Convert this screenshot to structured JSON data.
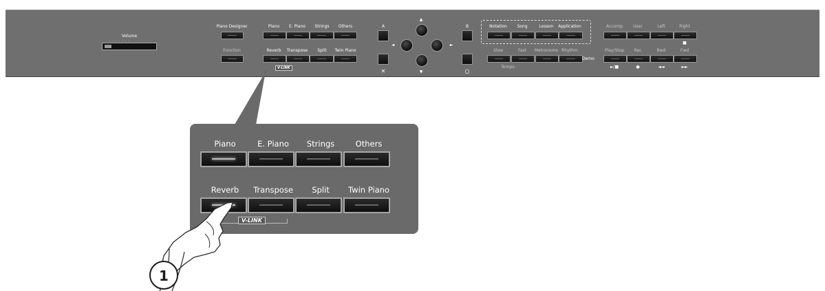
{
  "volume": {
    "label": "Volume"
  },
  "panel": {
    "piano_designer": "Piano Designer",
    "function": "Function",
    "tone_buttons": [
      "Piano",
      "E. Piano",
      "Strings",
      "Others"
    ],
    "effect_buttons": [
      "Reverb",
      "Transpose",
      "Split",
      "Twin Piano"
    ],
    "vlink": "V-LINK",
    "a_label": "A",
    "b_label": "B",
    "x_symbol": "✕",
    "o_symbol": "○",
    "mode_buttons": [
      "Notation",
      "Song",
      "Lesson",
      "Application"
    ],
    "tempo_buttons": [
      "Slow",
      "Fast",
      "Metronome",
      "Rhythm"
    ],
    "tempo_label": "Tempo",
    "demo_label": "Demo",
    "track_buttons": [
      "Accomp",
      "User",
      "Left",
      "Right"
    ],
    "transport_buttons": [
      "Play/Stop",
      "Rec",
      "Bwd",
      "Fwd"
    ],
    "transport_symbols": [
      "►/■",
      "●",
      "◄◄",
      "►►"
    ]
  },
  "zoom": {
    "tone_buttons": [
      "Piano",
      "E. Piano",
      "Strings",
      "Others"
    ],
    "effect_buttons": [
      "Reverb",
      "Transpose",
      "Split",
      "Twin Piano"
    ],
    "vlink": "V-LINK"
  },
  "callout": {
    "step": "1"
  },
  "colors": {
    "panel": "#6f6f6f",
    "zoom_panel": "#6a6a6a",
    "button": "#151515",
    "text": "#ffffff"
  }
}
